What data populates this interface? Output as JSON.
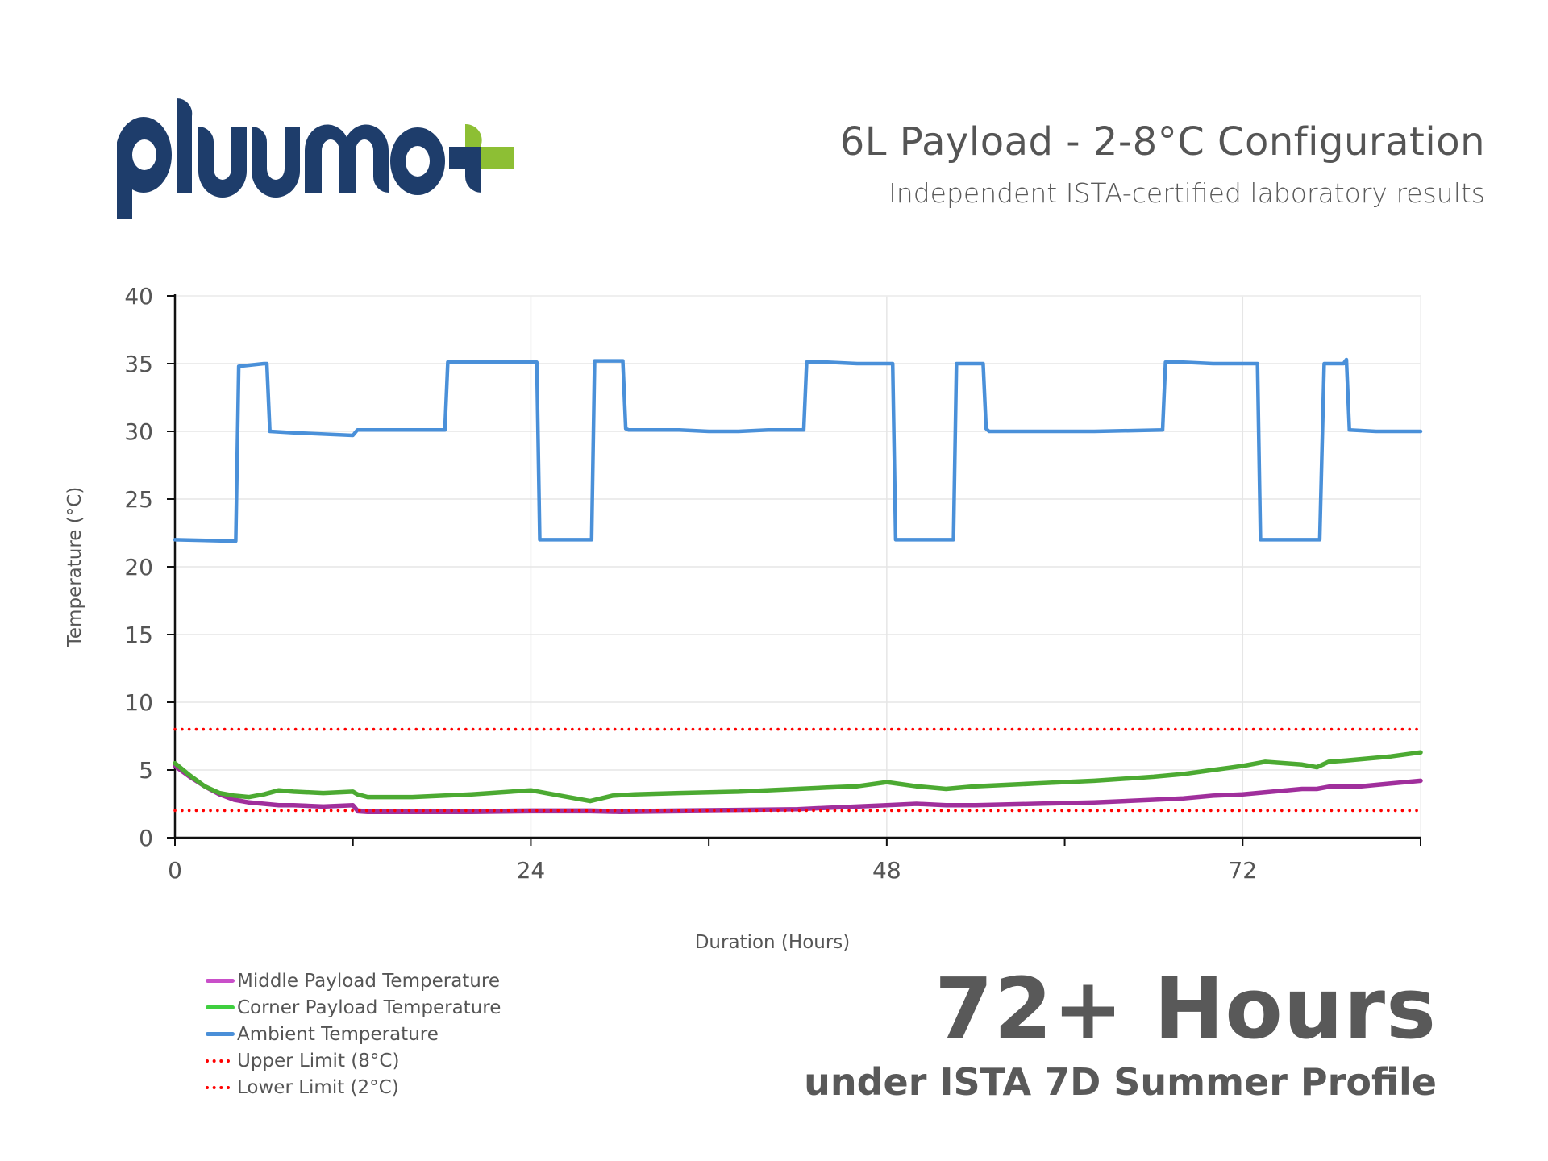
{
  "brand": {
    "logo_text": "pluumo",
    "logo_color": "#1e3d6b",
    "accent_color": "#8dbf34"
  },
  "header": {
    "title": "6L Payload - 2-8°C Configuration",
    "subtitle": "Independent ISTA-certified laboratory results"
  },
  "callout": {
    "headline": "72+ Hours",
    "subheadline": "under ISTA 7D Summer Profile"
  },
  "legend": {
    "items": [
      {
        "label": "Middle Payload Temperature",
        "color": "#c94fc9",
        "style": "solid"
      },
      {
        "label": "Corner Payload Temperature",
        "color": "#3fcf3f",
        "style": "solid"
      },
      {
        "label": "Ambient Temperature",
        "color": "#4a8fd8",
        "style": "solid"
      },
      {
        "label": "Upper Limit (8°C)",
        "color": "#ff0000",
        "style": "dotted"
      },
      {
        "label": "Lower Limit (2°C)",
        "color": "#ff0000",
        "style": "dotted"
      }
    ]
  },
  "chart_data": {
    "type": "line",
    "title": "6L Payload - 2-8°C Configuration",
    "xlabel": "Duration (Hours)",
    "ylabel": "Temperature (°C)",
    "xlim": [
      0,
      84
    ],
    "ylim": [
      0,
      40
    ],
    "x_ticks": [
      0,
      24,
      48,
      72
    ],
    "x_minor_ticks": [
      12,
      36,
      60,
      84
    ],
    "y_ticks": [
      0,
      5,
      10,
      15,
      20,
      25,
      30,
      35,
      40
    ],
    "grid": true,
    "legend_position": "bottom-left",
    "series": [
      {
        "name": "Ambient Temperature",
        "color": "#4a90d9",
        "x": [
          0,
          3.9,
          4.1,
          4.3,
          6.0,
          6.2,
          6.4,
          8,
          10,
          12,
          12.3,
          12.5,
          16,
          18.2,
          18.4,
          20,
          22,
          24.2,
          24.4,
          24.6,
          26,
          28.1,
          28.3,
          30.2,
          30.4,
          30.6,
          34,
          36,
          38,
          40,
          42.4,
          42.6,
          44,
          46,
          48.4,
          48.6,
          48.8,
          50,
          52.5,
          52.7,
          54.5,
          54.7,
          54.9,
          58,
          62,
          66.6,
          66.8,
          68,
          70,
          72.8,
          73.0,
          73.2,
          74,
          77,
          77.2,
          77.5,
          78.8,
          79.0,
          79.2,
          81,
          84
        ],
        "y": [
          22.0,
          21.9,
          21.9,
          34.8,
          35.0,
          35.0,
          30.0,
          29.9,
          29.8,
          29.7,
          30.1,
          30.1,
          30.1,
          30.1,
          35.1,
          35.1,
          35.1,
          35.1,
          35.1,
          22.0,
          22.0,
          22.0,
          35.2,
          35.2,
          30.2,
          30.1,
          30.1,
          30.0,
          30.0,
          30.1,
          30.1,
          35.1,
          35.1,
          35.0,
          35.0,
          22.0,
          22.0,
          22.0,
          22.0,
          35.0,
          35.0,
          30.2,
          30.0,
          30.0,
          30.0,
          30.1,
          35.1,
          35.1,
          35.0,
          35.0,
          35.0,
          22.0,
          22.0,
          22.0,
          22.0,
          35.0,
          35.0,
          35.3,
          30.1,
          30.0,
          30.0
        ]
      },
      {
        "name": "Corner Payload Temperature",
        "color": "#4caa32",
        "x": [
          0,
          1,
          2,
          3,
          4,
          5,
          6,
          7,
          8,
          10,
          12,
          12.3,
          13,
          16,
          20,
          24,
          26,
          28,
          29.5,
          31,
          34,
          38,
          42,
          44,
          46,
          48,
          50,
          52,
          54,
          58,
          62,
          66,
          68,
          70,
          72,
          73.5,
          76,
          77,
          77.8,
          79,
          82,
          84
        ],
        "y": [
          5.5,
          4.6,
          3.8,
          3.3,
          3.1,
          3.0,
          3.2,
          3.5,
          3.4,
          3.3,
          3.4,
          3.2,
          3.0,
          3.0,
          3.2,
          3.5,
          3.1,
          2.7,
          3.1,
          3.2,
          3.3,
          3.4,
          3.6,
          3.7,
          3.8,
          4.1,
          3.8,
          3.6,
          3.8,
          4.0,
          4.2,
          4.5,
          4.7,
          5.0,
          5.3,
          5.6,
          5.4,
          5.2,
          5.6,
          5.7,
          6.0,
          6.3
        ]
      },
      {
        "name": "Middle Payload Temperature",
        "color": "#a02f9c",
        "x": [
          0,
          1,
          2,
          3,
          4,
          5,
          6,
          7,
          8,
          10,
          12,
          12.3,
          13,
          16,
          20,
          24,
          26,
          28,
          30,
          34,
          38,
          42,
          44,
          46,
          48,
          50,
          52,
          54,
          58,
          62,
          66,
          68,
          70,
          72,
          74,
          76,
          77,
          78,
          80,
          82,
          84
        ],
        "y": [
          5.3,
          4.5,
          3.8,
          3.2,
          2.8,
          2.6,
          2.5,
          2.4,
          2.4,
          2.3,
          2.4,
          2.0,
          1.95,
          1.95,
          1.95,
          2.0,
          2.0,
          2.0,
          1.95,
          2.0,
          2.05,
          2.1,
          2.2,
          2.3,
          2.4,
          2.5,
          2.4,
          2.4,
          2.5,
          2.6,
          2.8,
          2.9,
          3.1,
          3.2,
          3.4,
          3.6,
          3.6,
          3.8,
          3.8,
          4.0,
          4.2
        ]
      },
      {
        "name": "Upper Limit (8°C)",
        "color": "#ff0000",
        "style": "dotted",
        "x": [
          0,
          84
        ],
        "y": [
          8,
          8
        ]
      },
      {
        "name": "Lower Limit (2°C)",
        "color": "#ff0000",
        "style": "dotted",
        "x": [
          0,
          84
        ],
        "y": [
          2,
          2
        ]
      }
    ]
  }
}
